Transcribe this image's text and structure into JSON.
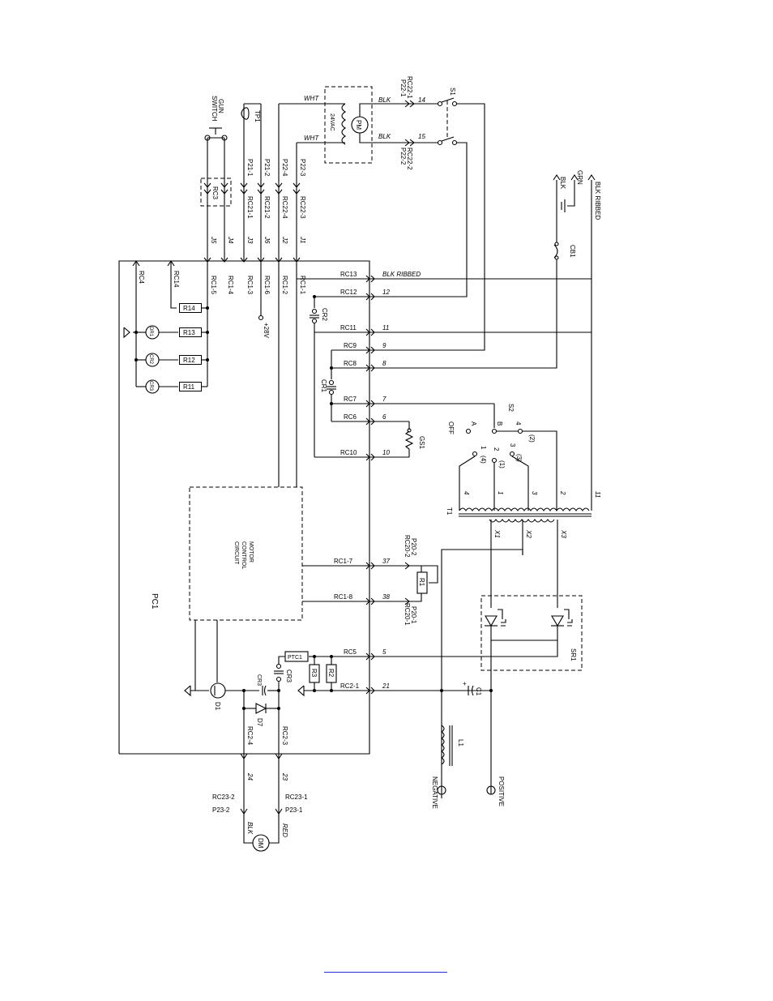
{
  "diagram": {
    "board_label": "PC1",
    "motor_control": [
      "MOTOR",
      "CONTROL",
      "CIRCUIT"
    ],
    "gun_switch": [
      "GUN",
      "SWITCH"
    ],
    "plus28v": "+28V",
    "pump_motor": "PM",
    "pump_volt": "24VAC",
    "drive_motor": "DM",
    "negative": "NEGATIVE",
    "positive": "POSITIVE",
    "ground_wires": [
      "BLK",
      "GRN",
      "BLK RIBBED"
    ],
    "top_connectors": [
      {
        "j": "J5",
        "rc": "RC1-5",
        "cable": ""
      },
      {
        "j": "J4",
        "rc": "RC1-4",
        "cable": ""
      },
      {
        "j": "J3",
        "rc": "RC1-3",
        "cable": "RC21-1",
        "p": "P21-1"
      },
      {
        "j": "J6",
        "rc": "RC1-6",
        "cable": "RC21-2",
        "p": "P21-2"
      },
      {
        "j": "J2",
        "rc": "RC1-2",
        "cable": "RC22-4",
        "p": "P22-4"
      },
      {
        "j": "J1",
        "rc": "RC1-1",
        "cable": "RC22-3",
        "p": "P22-3"
      }
    ],
    "rc_right": [
      {
        "rc": "RC13",
        "pin": "BLK RIBBED"
      },
      {
        "rc": "RC12",
        "pin": "12"
      },
      {
        "rc": "RC11",
        "pin": "11"
      },
      {
        "rc": "RC9",
        "pin": "9"
      },
      {
        "rc": "RC8",
        "pin": "8"
      },
      {
        "rc": "RC7",
        "pin": "7"
      },
      {
        "rc": "RC6",
        "pin": "6"
      },
      {
        "rc": "RC10",
        "pin": "10"
      }
    ],
    "rc_lower": [
      {
        "rc": "RC1-7",
        "pin": "37",
        "p": "P20-2",
        "rcc": "RC20-2"
      },
      {
        "rc": "RC1-8",
        "pin": "38",
        "p": "P20-1",
        "rcc": "RC20-1"
      },
      {
        "rc": "RC5",
        "pin": "5"
      },
      {
        "rc": "RC2-1",
        "pin": "21"
      }
    ],
    "bottom_connectors": [
      {
        "rc": "RC2-4",
        "pin": "24",
        "cable": "RC23-2",
        "p": "P23-2",
        "wire": "BLK"
      },
      {
        "rc": "RC2-3",
        "pin": "23",
        "cable": "RC23-1",
        "p": "P23-1",
        "wire": "RED"
      }
    ],
    "pm_wires": {
      "wht": "WHT",
      "blk": "BLK",
      "pin14": "14",
      "pin15": "15",
      "rc_top": "RC22-1",
      "p_top": "P22-1",
      "rc_bot": "RC22-2",
      "p_bot": "P22-2"
    },
    "left_rc": [
      "RC4",
      "RC14"
    ],
    "resistors": [
      "R14",
      "R13",
      "R12",
      "R11",
      "R1",
      "R3",
      "R2"
    ],
    "lamps": [
      "DR1",
      "CR2",
      "CR3"
    ],
    "relays": [
      "CR2",
      "CR1",
      "CR3"
    ],
    "components": {
      "s1": "S1",
      "s2": "S2",
      "sr1": "SR1",
      "t1": "T1",
      "l1": "L1",
      "c1": "C1",
      "d1": "D1",
      "d7": "D7",
      "cr3": "CR3",
      "tp1": "TP1",
      "rc3": "RC3",
      "cb1": "CB1",
      "ptc1": "PTC1",
      "gs1": "GS1",
      "plus": "+"
    },
    "s2_positions": {
      "off": "OFF",
      "a": "A",
      "b": "B",
      "p4": "4",
      "p2": "(2)",
      "p1": "1",
      "p4b": "(4)",
      "p2b": "2",
      "p1b": "(1)",
      "p3": "3",
      "p3b": "(3)"
    },
    "t1_taps": [
      "4",
      "1",
      "3",
      "2",
      "11"
    ],
    "t1_sec": [
      "X1",
      "X2",
      "X3"
    ],
    "footer_link": ""
  }
}
